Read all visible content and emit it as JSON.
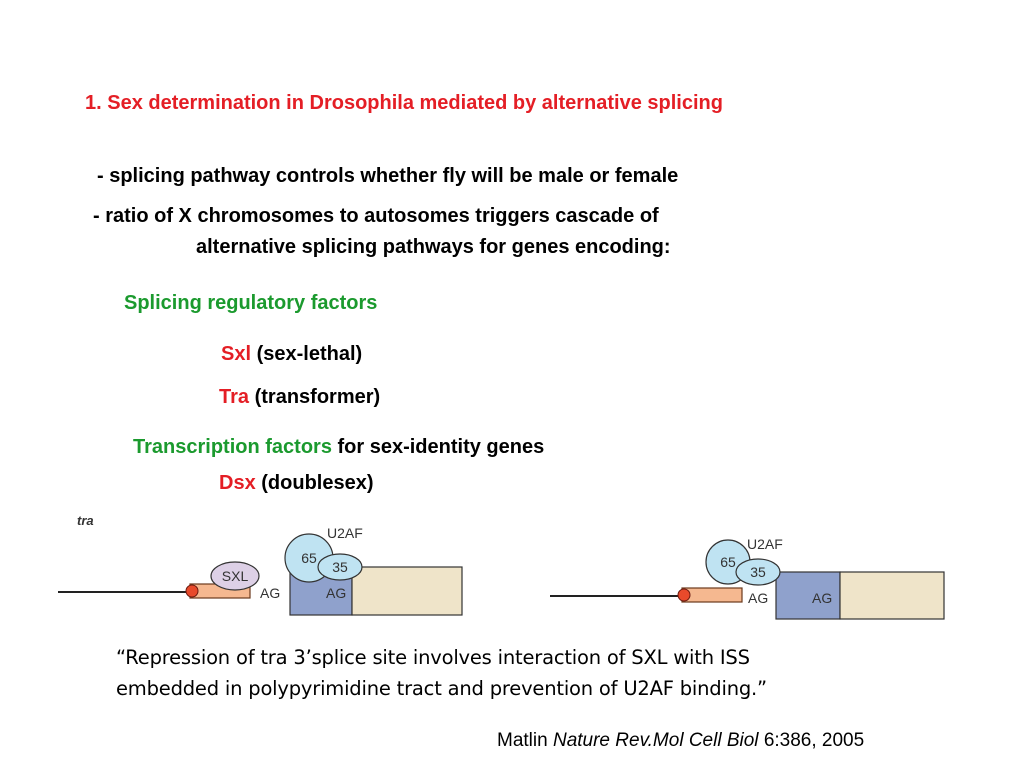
{
  "title": "1. Sex determination in Drosophila mediated by alternative splicing",
  "bullets": {
    "first": "- splicing pathway controls whether fly will be male or female",
    "second_line1": "- ratio of X chromosomes to autosomes triggers cascade of",
    "second_line2": "alternative splicing pathways for genes encoding:"
  },
  "splicing_factors": {
    "heading": "Splicing regulatory factors",
    "sxl": {
      "name": "Sxl",
      "desc": "(sex-lethal)"
    },
    "tra": {
      "name": "Tra",
      "desc": "(transformer)"
    }
  },
  "transcription_factors": {
    "heading": "Transcription factors",
    "heading_suffix": "for sex-identity genes",
    "dsx": {
      "name": "Dsx",
      "desc": "(doublesex)"
    }
  },
  "diagram": {
    "gene_label": "tra",
    "sxl_label": "SXL",
    "u2af_label": "U2AF",
    "u2af65_label": "65",
    "u2af35_label": "35",
    "ag_label": "AG"
  },
  "quote": {
    "line1": "“Repression of tra 3’splice site involves interaction of SXL with ISS",
    "line2": "embedded in polypyrimidine tract and prevention of U2AF binding.”"
  },
  "citation": {
    "author": "Matlin",
    "journal": "Nature Rev.Mol Cell Biol",
    "ref": "6:386, 2005"
  },
  "colors": {
    "red": "#e41e25",
    "green": "#1b9a2e",
    "exon_blue": "#8fa1cc",
    "exon_tan": "#efe4c9",
    "protein_blue": "#bfe3f2",
    "sxl_purple": "#ddd0e6",
    "tract_orange": "#f5b890"
  }
}
